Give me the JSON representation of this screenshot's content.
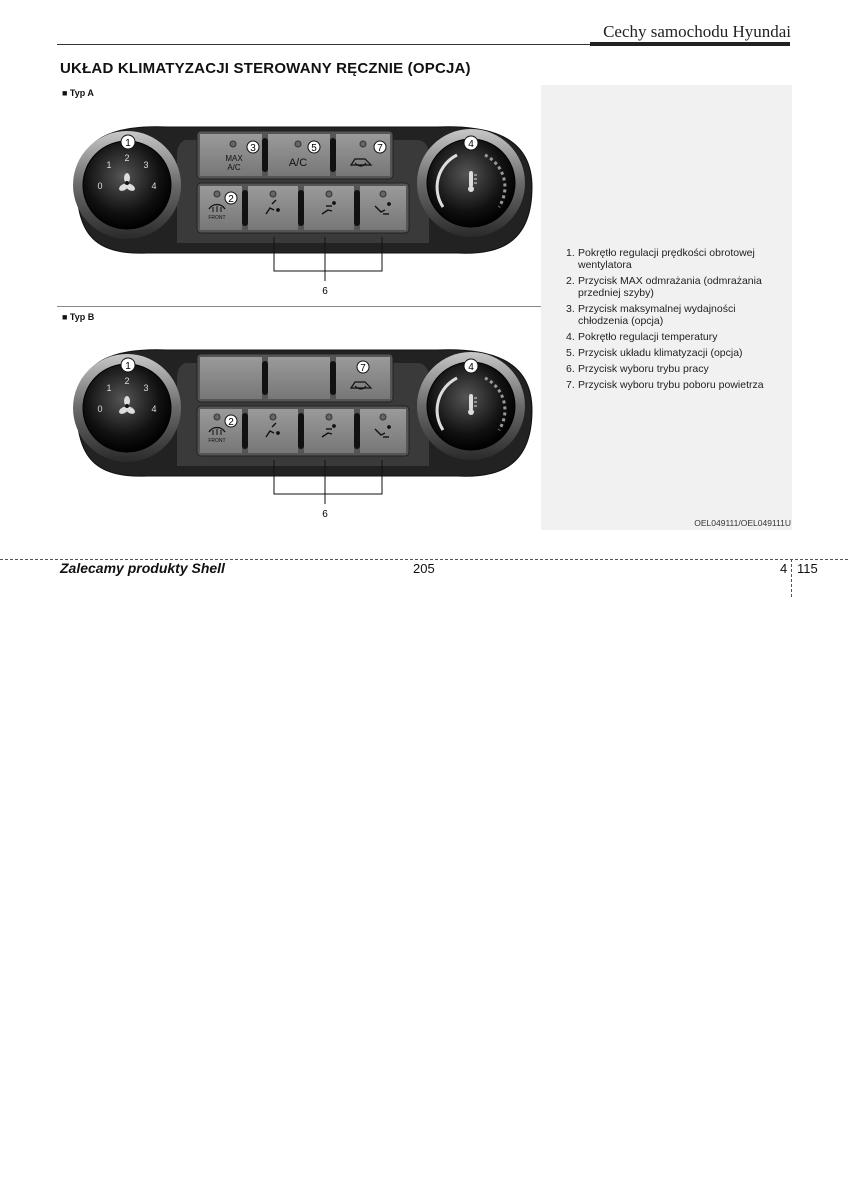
{
  "header": {
    "title": "Cechy samochodu Hyundai"
  },
  "section": {
    "title": "UKŁAD KLIMATYZACJI STEROWANY RĘCZNIE (OPCJA)"
  },
  "figure": {
    "type_a_label": "■ Typ A",
    "type_b_label": "■ Typ B",
    "fan_scale": [
      "0",
      "1",
      "2",
      "3",
      "4"
    ],
    "max_ac_line1": "MAX",
    "max_ac_line2": "A/C",
    "ac_label": "A/C",
    "front_label": "FRONT",
    "callouts": {
      "c1": "1",
      "c2": "2",
      "c3": "3",
      "c4": "4",
      "c5": "5",
      "c6": "6",
      "c7": "7"
    },
    "code": "OEL049111/OEL049111U"
  },
  "legend": [
    {
      "num": "1.",
      "text": "Pokrętło regulacji prędkości obrotowej wentylatora"
    },
    {
      "num": "2.",
      "text": "Przycisk MAX odmrażania (odmrażania przedniej szyby)"
    },
    {
      "num": "3.",
      "text": "Przycisk maksymalnej wydajności chłodzenia (opcja)"
    },
    {
      "num": "4.",
      "text": "Pokrętło regulacji temperatury"
    },
    {
      "num": "5.",
      "text": "Przycisk układu klimatyzacji (opcja)"
    },
    {
      "num": "6.",
      "text": "Przycisk wyboru trybu pracy"
    },
    {
      "num": "7.",
      "text": "Przycisk wyboru trybu poboru powietrza"
    }
  ],
  "footer": {
    "left": "Zalecamy produkty Shell",
    "center": "205",
    "section_num": "4",
    "page_num": "115"
  }
}
